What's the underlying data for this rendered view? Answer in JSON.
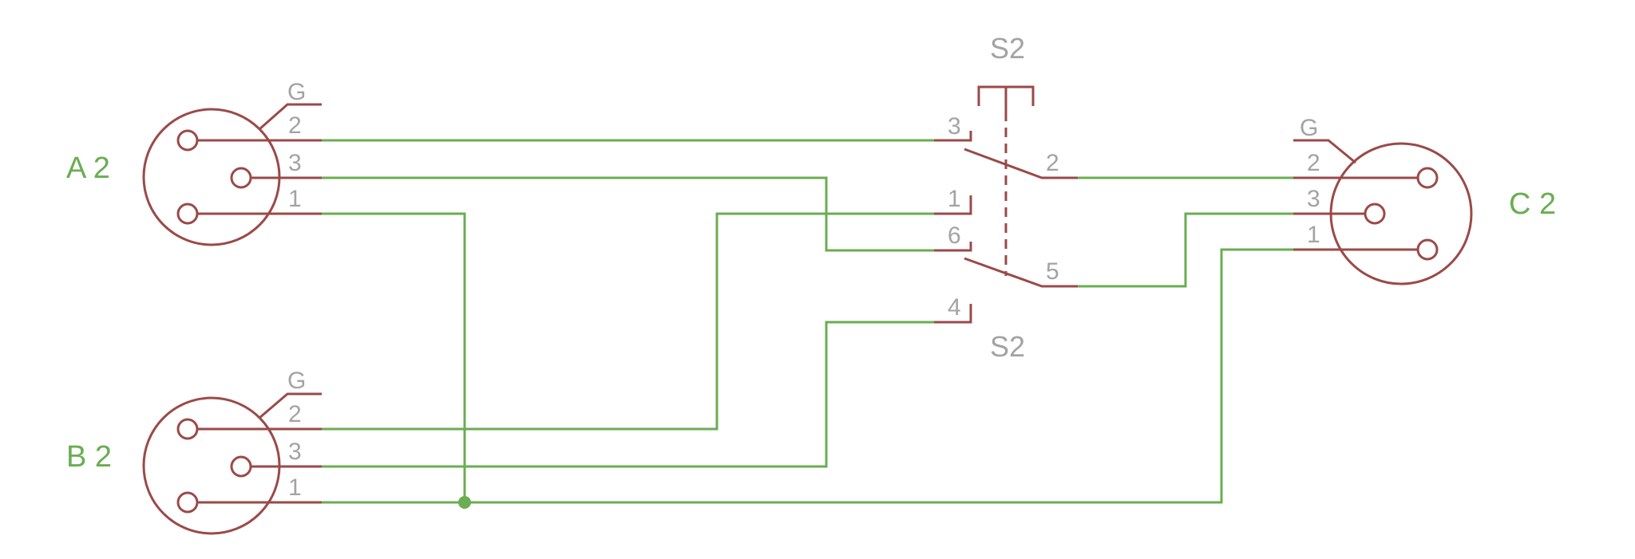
{
  "colors": {
    "background": "#ffffff",
    "symbol": "#9a4a48",
    "net": "#6aad52",
    "label": "#a3a3a3"
  },
  "connectors": {
    "a": {
      "name": "A 2",
      "pins": {
        "g": "G",
        "p2": "2",
        "p3": "3",
        "p1": "1"
      }
    },
    "b": {
      "name": "B 2",
      "pins": {
        "g": "G",
        "p2": "2",
        "p3": "3",
        "p1": "1"
      }
    },
    "c": {
      "name": "C 2",
      "pins": {
        "g": "G",
        "p2": "2",
        "p3": "3",
        "p1": "1"
      }
    }
  },
  "switch": {
    "name_top": "S2",
    "name_bottom": "S2",
    "pins": {
      "p1": "1",
      "p2": "2",
      "p3": "3",
      "p4": "4",
      "p5": "5",
      "p6": "6"
    }
  }
}
